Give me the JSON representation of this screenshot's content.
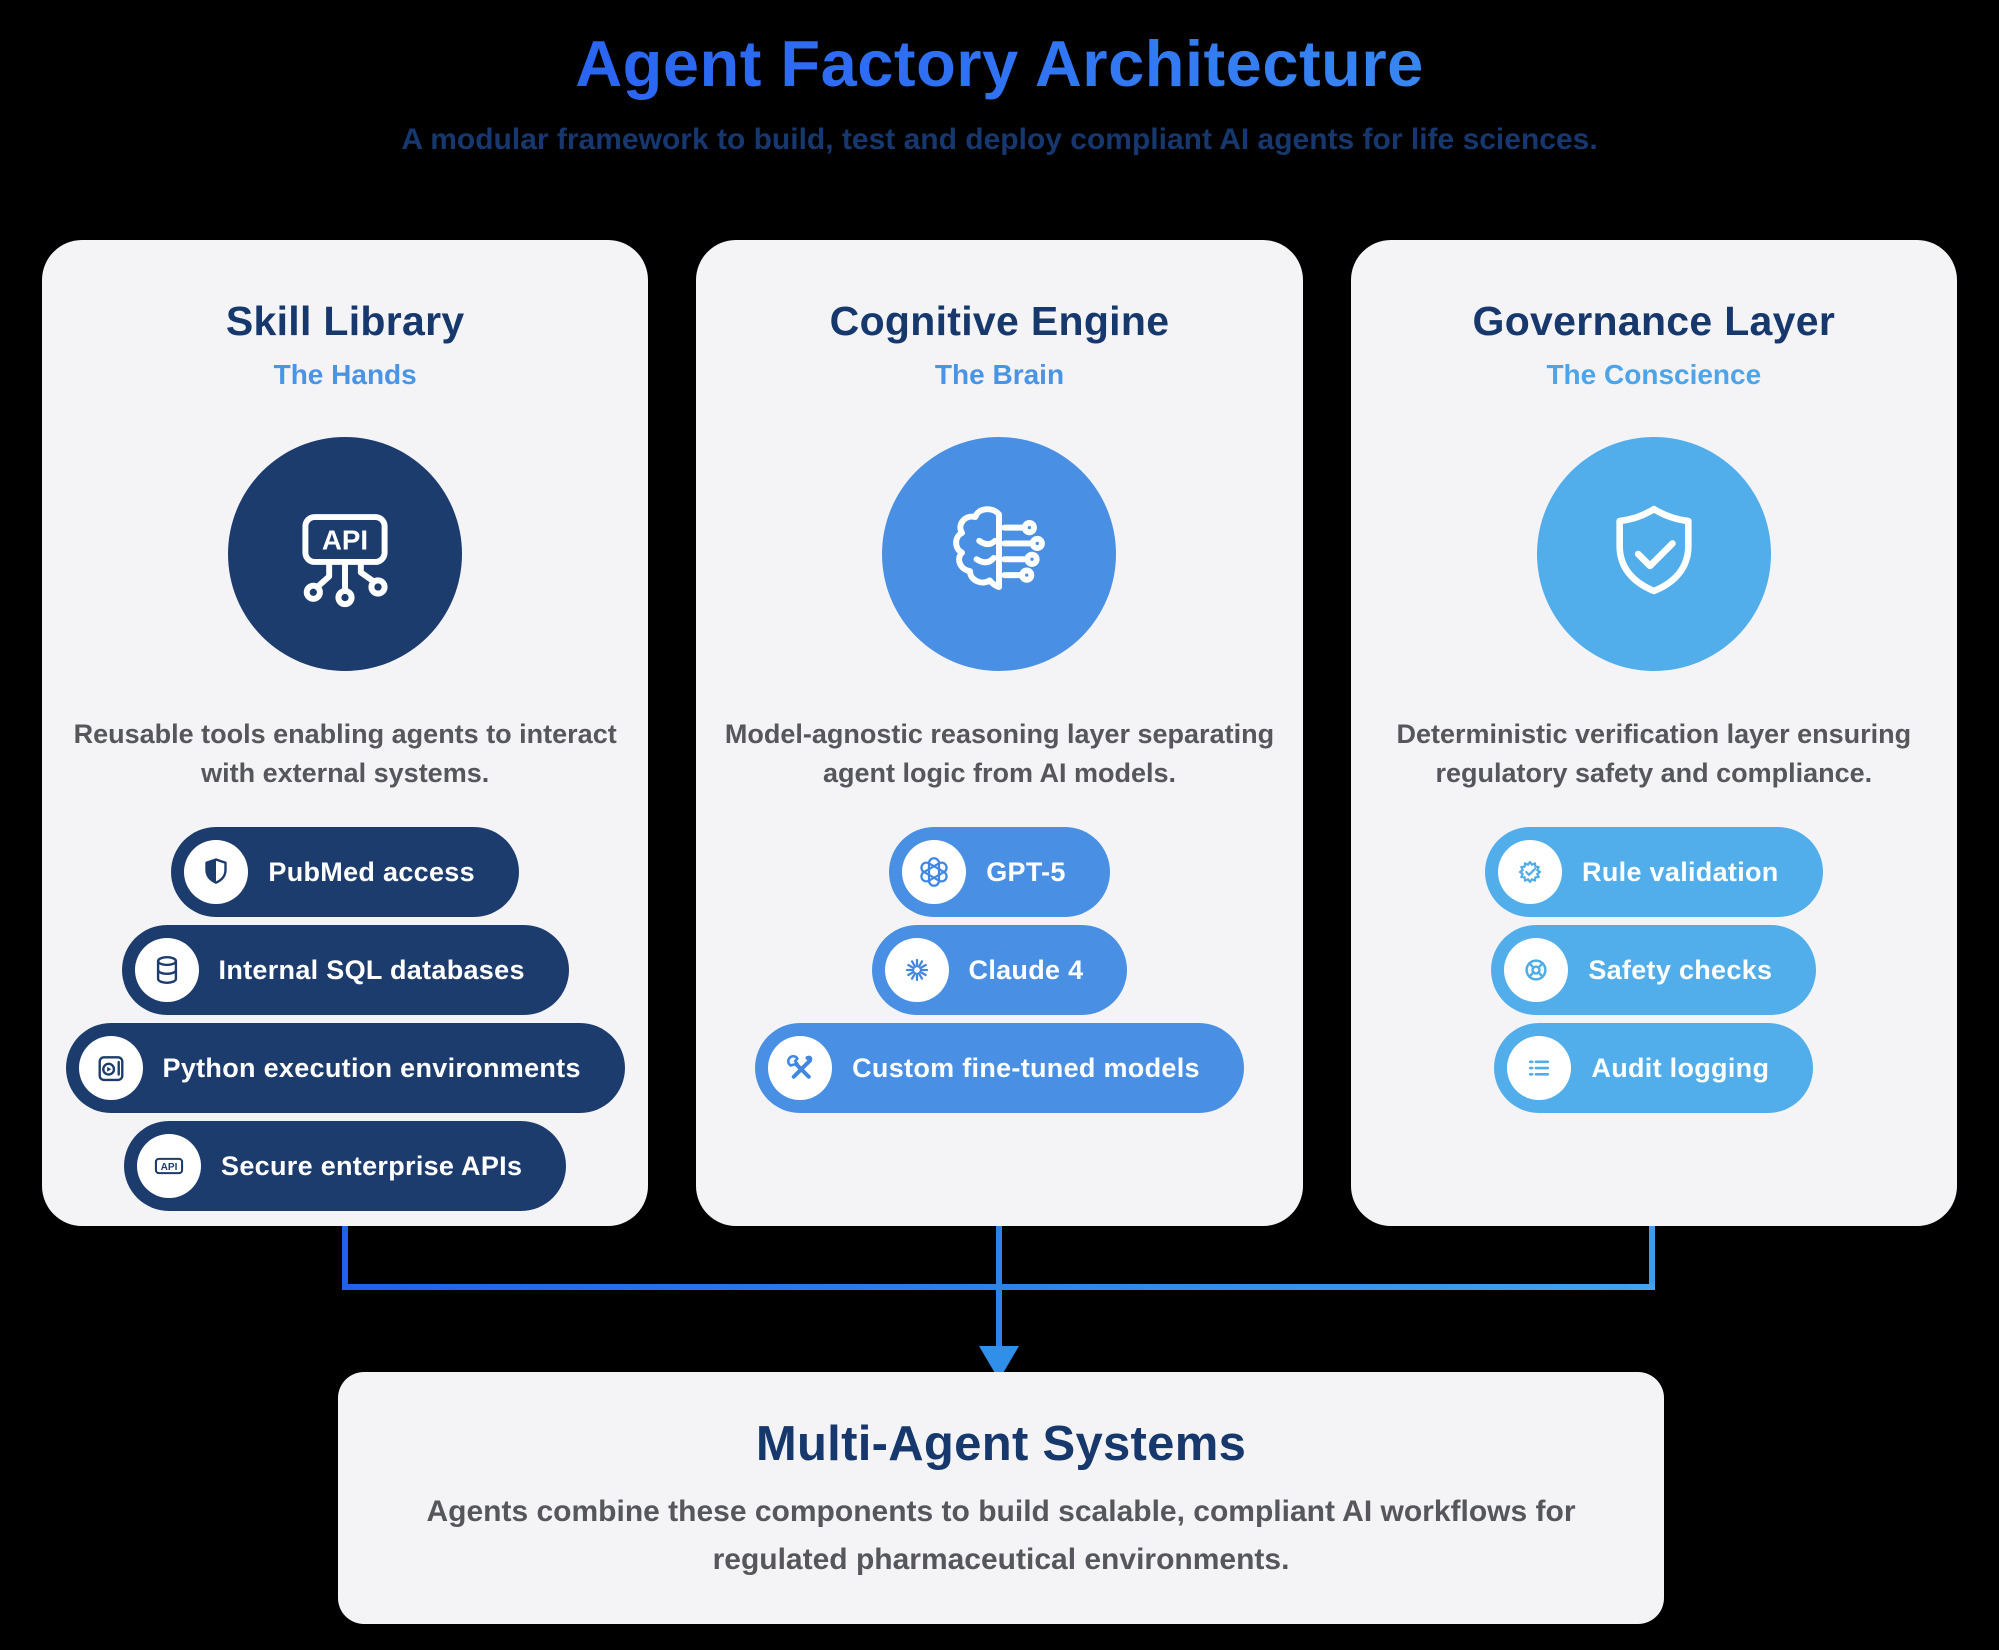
{
  "header": {
    "title": "Agent Factory Architecture",
    "subtitle": "A modular framework to build, test and deploy compliant AI agents for life sciences."
  },
  "cards": [
    {
      "title": "Skill Library",
      "tagline": "The Hands",
      "icon": "api-board-icon",
      "accent_color": "#1d3c6e",
      "description": "Reusable tools enabling agents to interact with external systems.",
      "pills": [
        {
          "label": "PubMed access",
          "icon": "shield-icon"
        },
        {
          "label": "Internal SQL databases",
          "icon": "database-icon"
        },
        {
          "label": "Python execution environments",
          "icon": "terminal-play-icon"
        },
        {
          "label": "Secure enterprise APIs",
          "icon": "api-badge-icon"
        }
      ]
    },
    {
      "title": "Cognitive Engine",
      "tagline": "The Brain",
      "icon": "brain-circuit-icon",
      "accent_color": "#4990e4",
      "description": "Model-agnostic reasoning layer separating agent logic from AI models.",
      "pills": [
        {
          "label": "GPT-5",
          "icon": "openai-logo-icon"
        },
        {
          "label": "Claude 4",
          "icon": "claude-starburst-icon"
        },
        {
          "label": "Custom fine-tuned models",
          "icon": "tools-icon"
        }
      ]
    },
    {
      "title": "Governance Layer",
      "tagline": "The Conscience",
      "icon": "shield-check-icon",
      "accent_color": "#52aeea",
      "description": "Deterministic verification layer ensuring regulatory safety and compliance.",
      "pills": [
        {
          "label": "Rule validation",
          "icon": "badge-check-icon"
        },
        {
          "label": "Safety checks",
          "icon": "safety-ring-icon"
        },
        {
          "label": "Audit logging",
          "icon": "audit-list-icon"
        }
      ]
    }
  ],
  "connector": {
    "gradient_start": "#2160ec",
    "gradient_end": "#41a4ec",
    "arrow_color": "#2f8fe9"
  },
  "bottom_box": {
    "title": "Multi-Agent Systems",
    "description": "Agents combine these components to build scalable, compliant AI workflows for regulated pharmaceutical environments."
  },
  "colors": {
    "background": "#000000",
    "card_background": "#f4f4f6",
    "navy_accent": "#1d3c6e",
    "blue_accent": "#4990e4",
    "sky_accent": "#52aeea",
    "heading_navy": "#17386d",
    "tagline_blue": "#4a94e6",
    "body_gray": "#55575c",
    "title_gradient_start": "#2356f0",
    "title_gradient_end": "#42a0f0"
  }
}
